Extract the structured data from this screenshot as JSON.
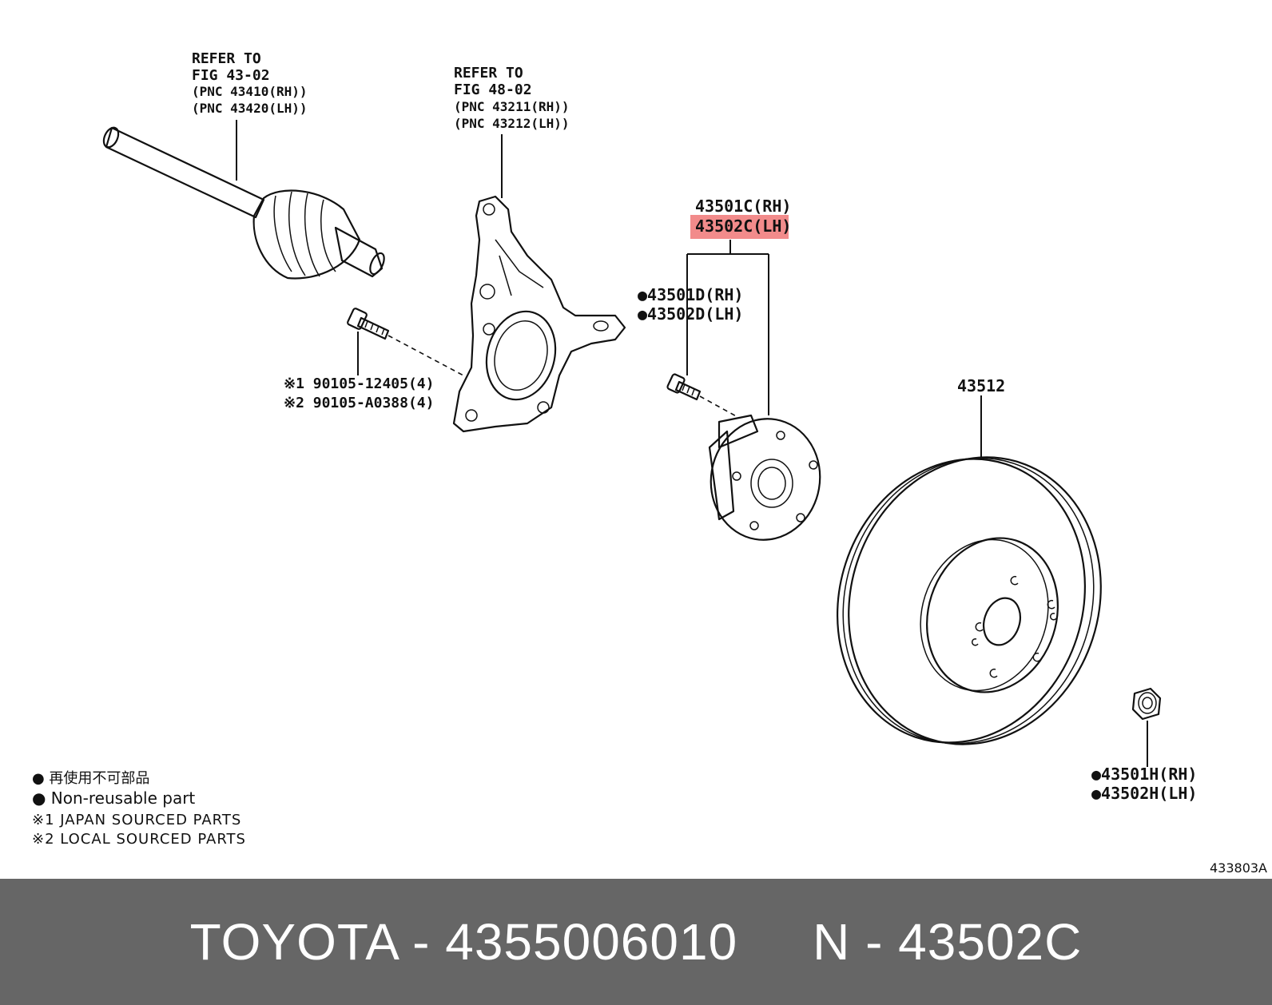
{
  "labels": {
    "driveshaft_ref": [
      "REFER TO",
      "FIG 43-02",
      "(PNC 43410(RH))",
      "(PNC 43420(LH))"
    ],
    "knuckle_ref": [
      "REFER TO",
      "FIG 48-02",
      "(PNC 43211(RH))",
      "(PNC 43212(LH))"
    ],
    "hub_rh": "43501C(RH)",
    "hub_lh": "43502C(LH)",
    "bolt_rh": "●43501D(RH)",
    "bolt_lh": "●43502D(LH)",
    "knuckle_bolt_1": "※1 90105-12405(4)",
    "knuckle_bolt_2": "※2 90105-A0388(4)",
    "disc": "43512",
    "nut_rh": "●43501H(RH)",
    "nut_lh": "●43502H(LH)",
    "figure_code": "433803A"
  },
  "legend": {
    "reuse_jp": "● 再使用不可部品",
    "reuse_en": "● Non-reusable part",
    "note1": "※1 JAPAN SOURCED PARTS",
    "note2": "※2 LOCAL SOURCED PARTS"
  },
  "footer": {
    "text": "TOYOTA - 4355006010     N - 43502C"
  },
  "colors": {
    "highlight": "#f28b8b",
    "footer_bg": "#666666",
    "footer_text": "#ffffff"
  }
}
